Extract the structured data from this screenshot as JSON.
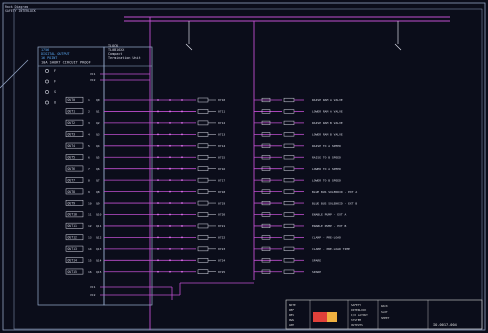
{
  "colors": {
    "background": "#0b0d1a",
    "border": "#8fa0c0",
    "wire": "#c04fd0",
    "wire_bright": "#e070f0",
    "module": "#9ab0d0",
    "accent_text": "#5aa8f0",
    "label": "#d9dbe6",
    "title_block": "#d8d8d8",
    "title_logo": "#e0403a",
    "title_logo2": "#f0b040"
  },
  "header": {
    "line1": "Rack Diagram",
    "line2": "SAFETY INTERLOCK"
  },
  "module_left": {
    "title1": "1756",
    "title2": "DIGITAL OUTPUT",
    "title3": "16 POINT",
    "title4": "10A SHORT CIRCUIT PROOF"
  },
  "module_right": {
    "title1": "TLOCK",
    "title2": "TL0B16XX",
    "title3": "Compact",
    "title4": "Termination Unit"
  },
  "indicators": [
    {
      "label": "F"
    },
    {
      "label": "F"
    },
    {
      "label": "S"
    },
    {
      "label": "O"
    }
  ],
  "vc_terms": [
    {
      "label": "VC1"
    },
    {
      "label": "VC2"
    }
  ],
  "vc_terms_bottom": [
    {
      "label": "VC1"
    },
    {
      "label": "VC2"
    }
  ],
  "outputs": [
    {
      "tag": "OUT0",
      "term": "1",
      "pin": "Q0",
      "wire": "0710"
    },
    {
      "tag": "OUT1",
      "term": "2",
      "pin": "Q1",
      "wire": "0711"
    },
    {
      "tag": "OUT2",
      "term": "3",
      "pin": "Q2",
      "wire": "0712"
    },
    {
      "tag": "OUT3",
      "term": "4",
      "pin": "Q3",
      "wire": "0713"
    },
    {
      "tag": "OUT4",
      "term": "5",
      "pin": "Q4",
      "wire": "0714"
    },
    {
      "tag": "OUT5",
      "term": "6",
      "pin": "Q5",
      "wire": "0715"
    },
    {
      "tag": "OUT6",
      "term": "7",
      "pin": "Q6",
      "wire": "0716"
    },
    {
      "tag": "OUT7",
      "term": "8",
      "pin": "Q7",
      "wire": "0717"
    },
    {
      "tag": "OUT8",
      "term": "9",
      "pin": "Q8",
      "wire": "0718"
    },
    {
      "tag": "OUT9",
      "term": "10",
      "pin": "Q9",
      "wire": "0719"
    },
    {
      "tag": "OUT10",
      "term": "11",
      "pin": "Q10",
      "wire": "0720"
    },
    {
      "tag": "OUT11",
      "term": "12",
      "pin": "Q11",
      "wire": "0721"
    },
    {
      "tag": "OUT12",
      "term": "13",
      "pin": "Q12",
      "wire": "0722"
    },
    {
      "tag": "OUT13",
      "term": "14",
      "pin": "Q13",
      "wire": "0723"
    },
    {
      "tag": "OUT14",
      "term": "15",
      "pin": "Q14",
      "wire": "0724"
    },
    {
      "tag": "OUT15",
      "term": "16",
      "pin": "Q15",
      "wire": "0725"
    }
  ],
  "loads": [
    {
      "desc": "RAISE RAM A VALVE"
    },
    {
      "desc": "LOWER RAM A VALVE"
    },
    {
      "desc": "RAISE RAM B VALVE"
    },
    {
      "desc": "LOWER RAM B VALVE"
    },
    {
      "desc": "RAISE TO A SPEED"
    },
    {
      "desc": "RAISE TO B SPEED"
    },
    {
      "desc": "LOWER TO A SPEED"
    },
    {
      "desc": "LOWER TO B SPEED"
    },
    {
      "desc": "BLUE BUS SOLENOID - EXT A"
    },
    {
      "desc": "BLUE BUS SOLENOID - EXT B"
    },
    {
      "desc": "ENABLE PUMP - EXT A"
    },
    {
      "desc": "ENABLE PUMP - EXT B"
    },
    {
      "desc": "CLAMP - PRE-LOAD"
    },
    {
      "desc": "CLAMP - PRE-LOAD TIME"
    },
    {
      "desc": "SPARE"
    },
    {
      "desc": "SPARE"
    }
  ],
  "title_block": {
    "left_lines": [
      "NOTE",
      "REF",
      "REV",
      "DWG",
      "APP"
    ],
    "mid_lines": [
      "SAFETY",
      "INTERLOCK",
      "I/O LAYOUT",
      "SYSTEM",
      "OUTPUTS"
    ],
    "right_lines": [
      "RACK",
      "SLOT",
      "SHEET"
    ],
    "drawing_no": "IO-0017-004"
  }
}
